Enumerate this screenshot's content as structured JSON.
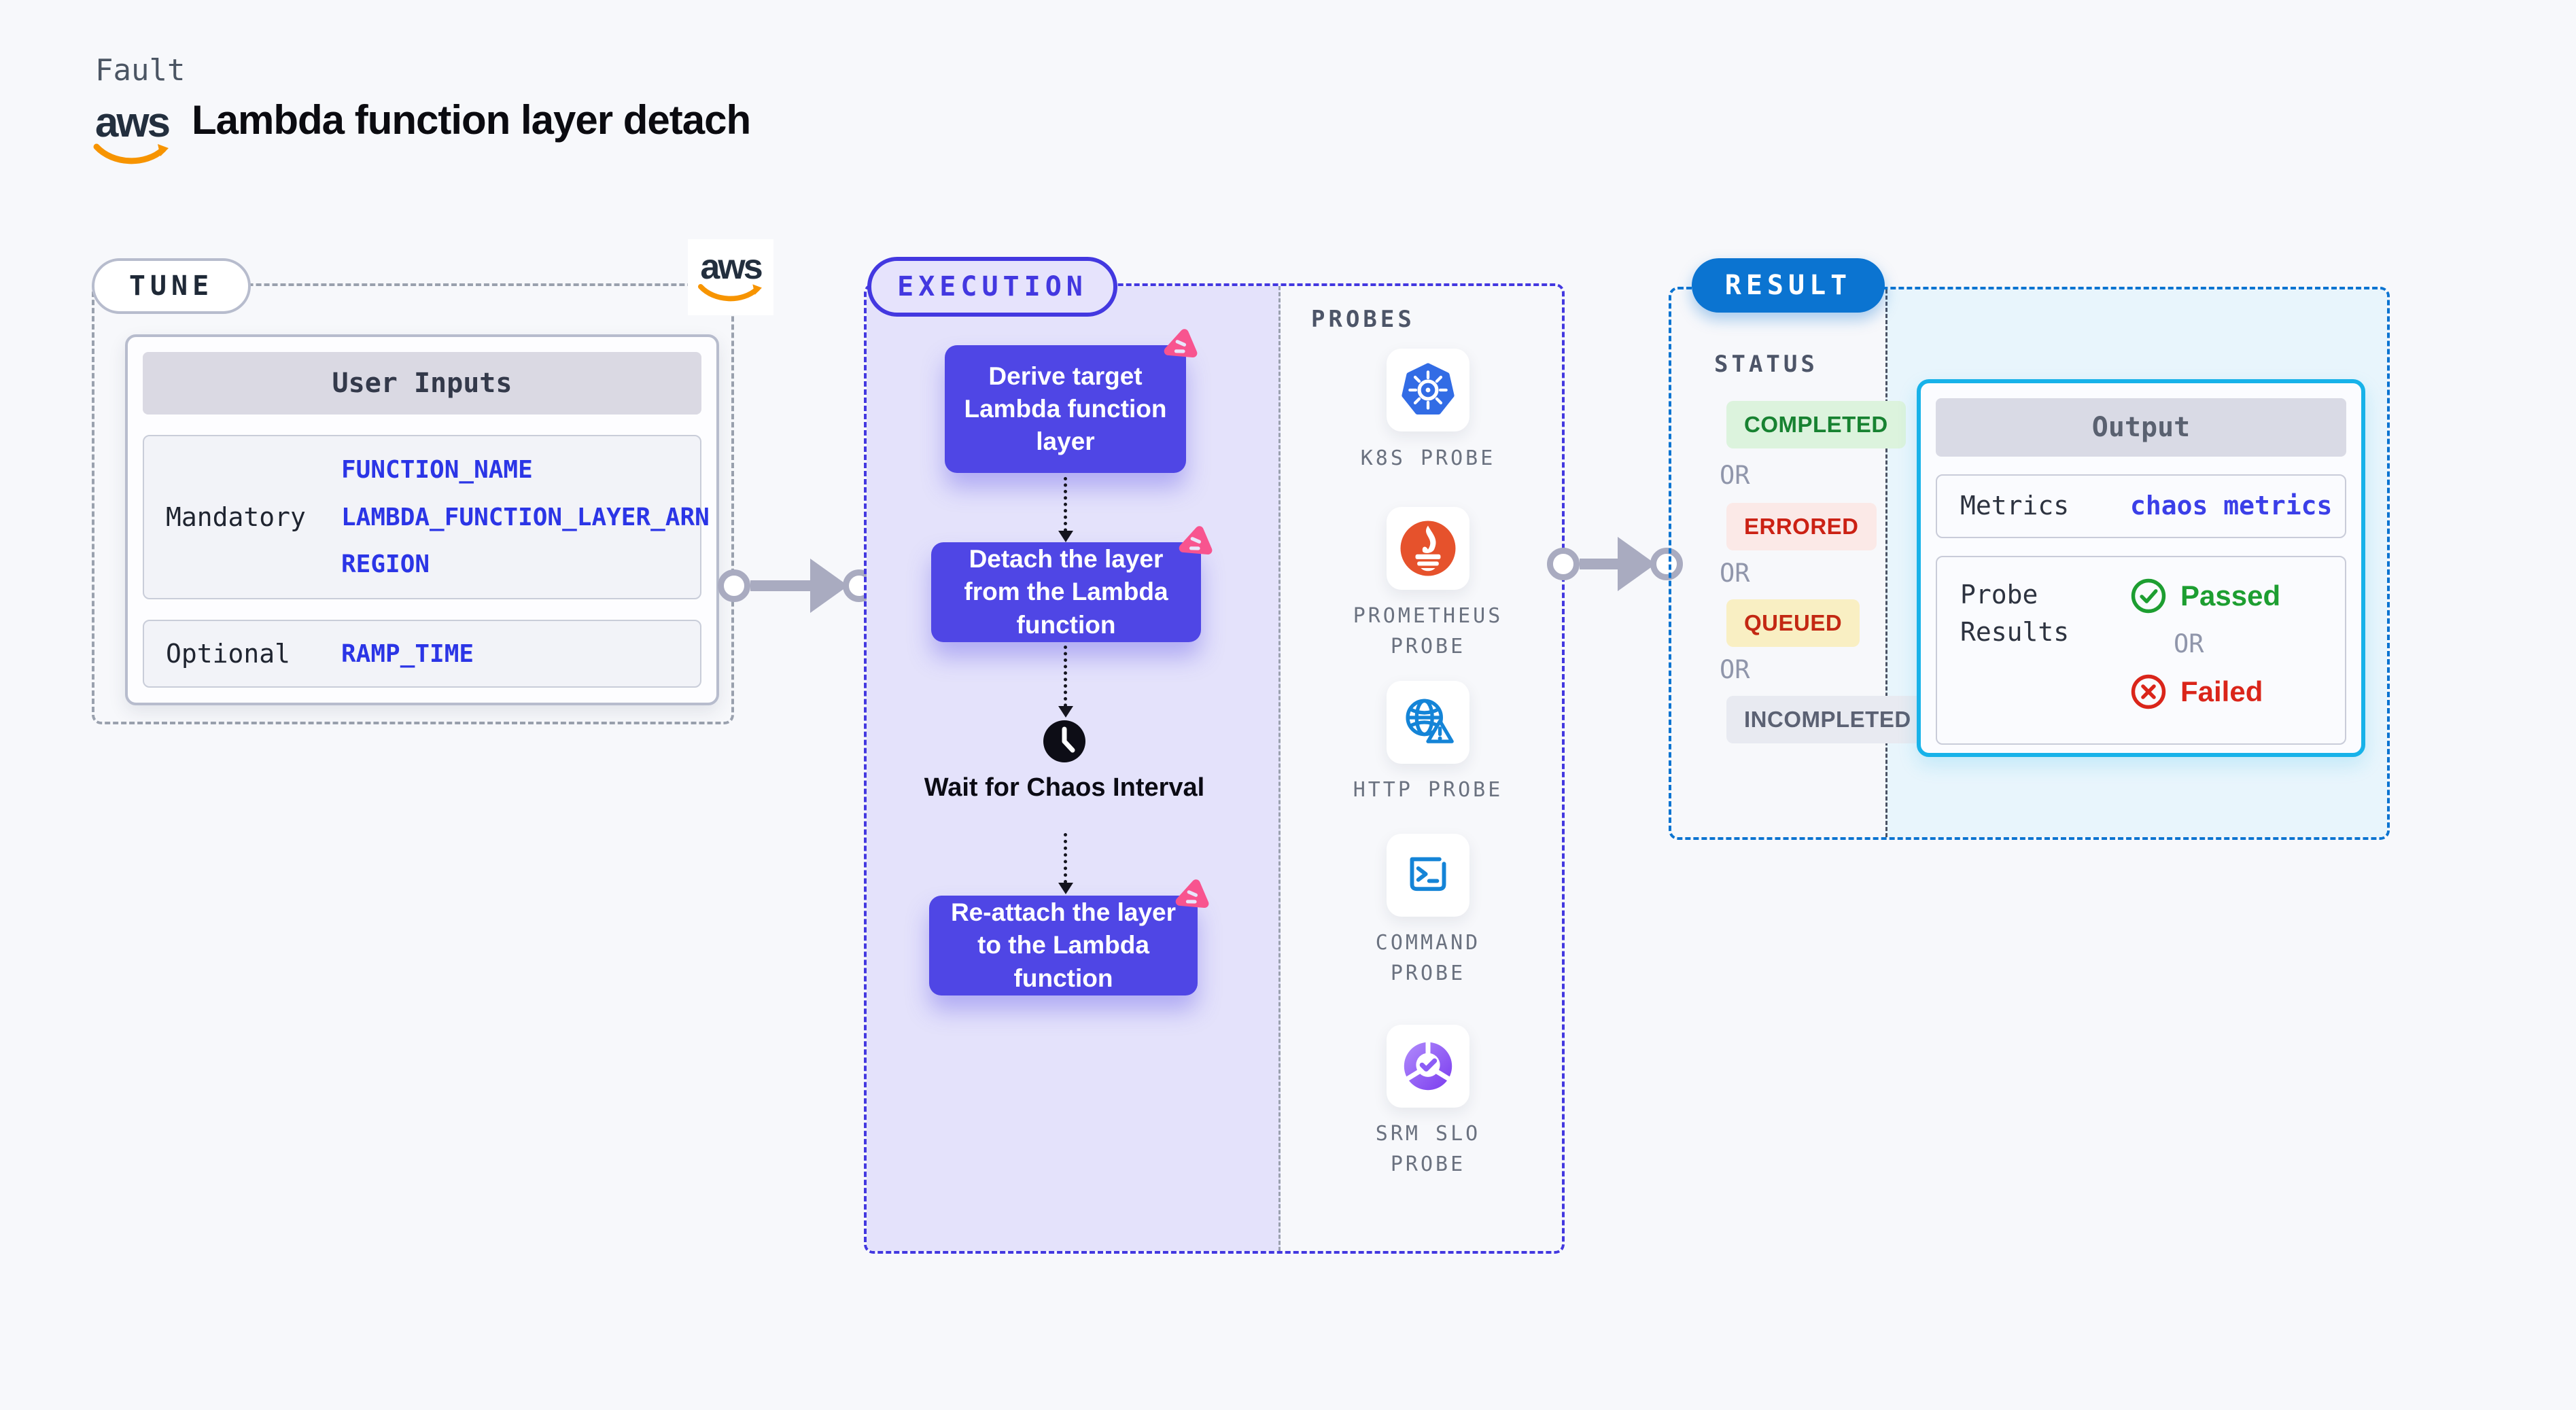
{
  "header": {
    "eyebrow": "Fault",
    "title": "Lambda function layer detach",
    "aws_logo_text": "aws"
  },
  "tune": {
    "badge": "TUNE",
    "user_inputs": {
      "title": "User Inputs",
      "mandatory_label": "Mandatory",
      "mandatory_values": [
        "FUNCTION_NAME",
        "LAMBDA_FUNCTION_LAYER_ARN",
        "REGION"
      ],
      "optional_label": "Optional",
      "optional_values": [
        "RAMP_TIME"
      ]
    }
  },
  "execution": {
    "badge": "EXECUTION",
    "step1": "Derive target Lambda function layer",
    "step2": "Detach the layer from the Lambda function",
    "wait_label": "Wait for Chaos Interval",
    "step3": "Re-attach the layer to the Lambda function"
  },
  "probes": {
    "title": "PROBES",
    "items": [
      {
        "label": "K8S PROBE",
        "icon": "kubernetes-icon"
      },
      {
        "label": "PROMETHEUS PROBE",
        "icon": "prometheus-icon"
      },
      {
        "label": "HTTP PROBE",
        "icon": "http-globe-warning-icon"
      },
      {
        "label": "COMMAND PROBE",
        "icon": "terminal-icon"
      },
      {
        "label": "SRM SLO PROBE",
        "icon": "slo-donut-check-icon"
      }
    ]
  },
  "result": {
    "badge": "RESULT",
    "status_title": "STATUS",
    "or_label": "OR",
    "statuses": [
      {
        "text": "COMPLETED",
        "type": "completed"
      },
      {
        "text": "ERRORED",
        "type": "errored"
      },
      {
        "text": "QUEUED",
        "type": "queued"
      },
      {
        "text": "INCOMPLETED",
        "type": "incompleted"
      }
    ],
    "output": {
      "title": "Output",
      "metrics_label": "Metrics",
      "metrics_value": "chaos metrics",
      "probe_results_label": "Probe Results",
      "passed_label": "Passed",
      "or_label": "OR",
      "failed_label": "Failed"
    }
  },
  "colors": {
    "page_bg": "#f7f8fb",
    "indigo_accent": "#4338e0",
    "execution_box": "#4f46e5",
    "execution_panel_bg": "#e4e2fb",
    "chaos_pink": "#f8548f",
    "result_blue": "#0b74d1",
    "output_cyan_border": "#17b2e9",
    "result_panel_bg": "#e8f5fc",
    "param_blue": "#2b35e6",
    "passed_green": "#1d9e31",
    "failed_red": "#da251a",
    "aws_orange": "#f79400",
    "aws_navy": "#232f3e",
    "kubernetes_blue": "#326ce5",
    "prometheus_orange": "#e6522c",
    "http_blue": "#1484d7"
  }
}
